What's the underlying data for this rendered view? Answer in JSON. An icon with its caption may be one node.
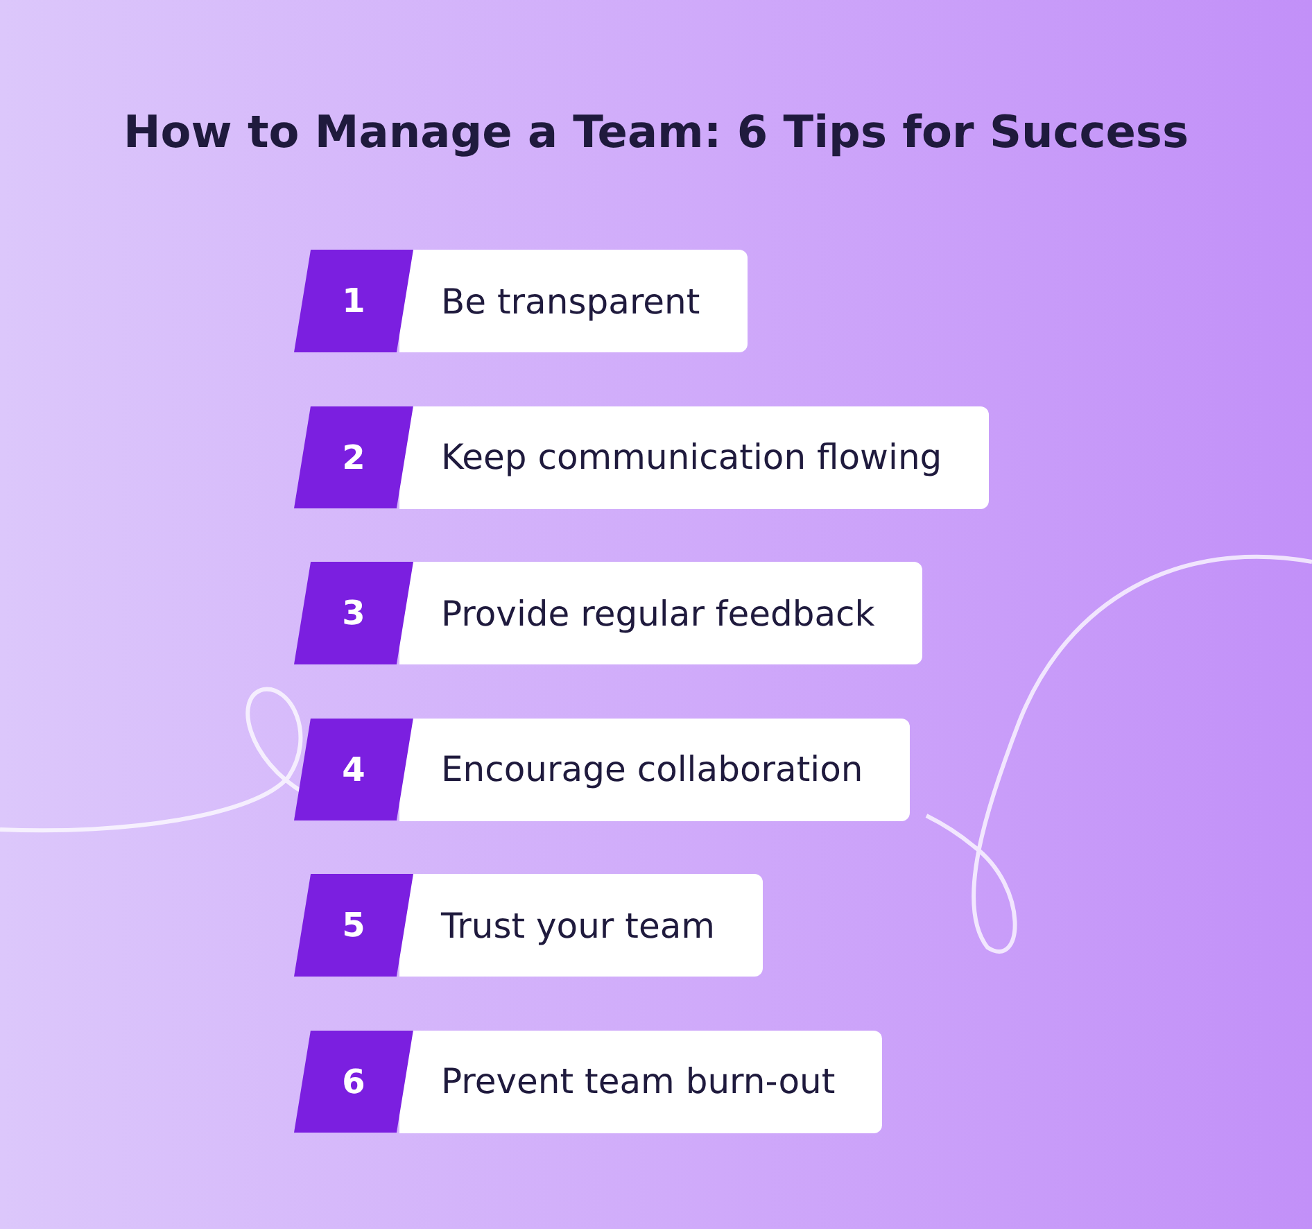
{
  "diagram": {
    "title": "How to Manage a Team: 6 Tips for Success",
    "nodes": [
      {
        "text": [
          "1",
          "Be transparent"
        ]
      },
      {
        "text": [
          "2",
          "Keep communication flowing"
        ]
      },
      {
        "text": [
          "3",
          "Provide regular feedback"
        ]
      },
      {
        "text": [
          "4",
          "Encourage collaboration"
        ]
      },
      {
        "text": [
          "5",
          "Trust your team"
        ]
      },
      {
        "text": [
          "6",
          "Prevent team burn-out"
        ]
      }
    ]
  }
}
